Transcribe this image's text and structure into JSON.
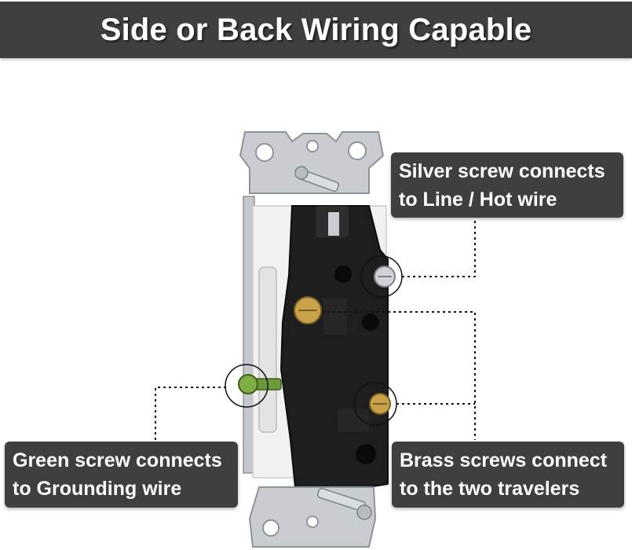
{
  "banner": {
    "title": "Side or Back Wiring Capable"
  },
  "callouts": {
    "silver": {
      "line1": "Silver screw connects",
      "line2": "to Line / Hot wire"
    },
    "green": {
      "line1": "Green screw connects",
      "line2": "to Grounding wire"
    },
    "brass": {
      "line1": "Brass screws connect",
      "line2": "to the two travelers"
    }
  },
  "colors": {
    "banner_bg": "#3f3f3f",
    "callout_bg": "#3f3f3f",
    "text": "#ffffff",
    "switch_body": "#1e1e1e",
    "strap_metal": "#c9cdd2",
    "silver_screw": "#cfd3d8",
    "brass_screw": "#c9a24a",
    "green_screw": "#6c9a3a"
  }
}
